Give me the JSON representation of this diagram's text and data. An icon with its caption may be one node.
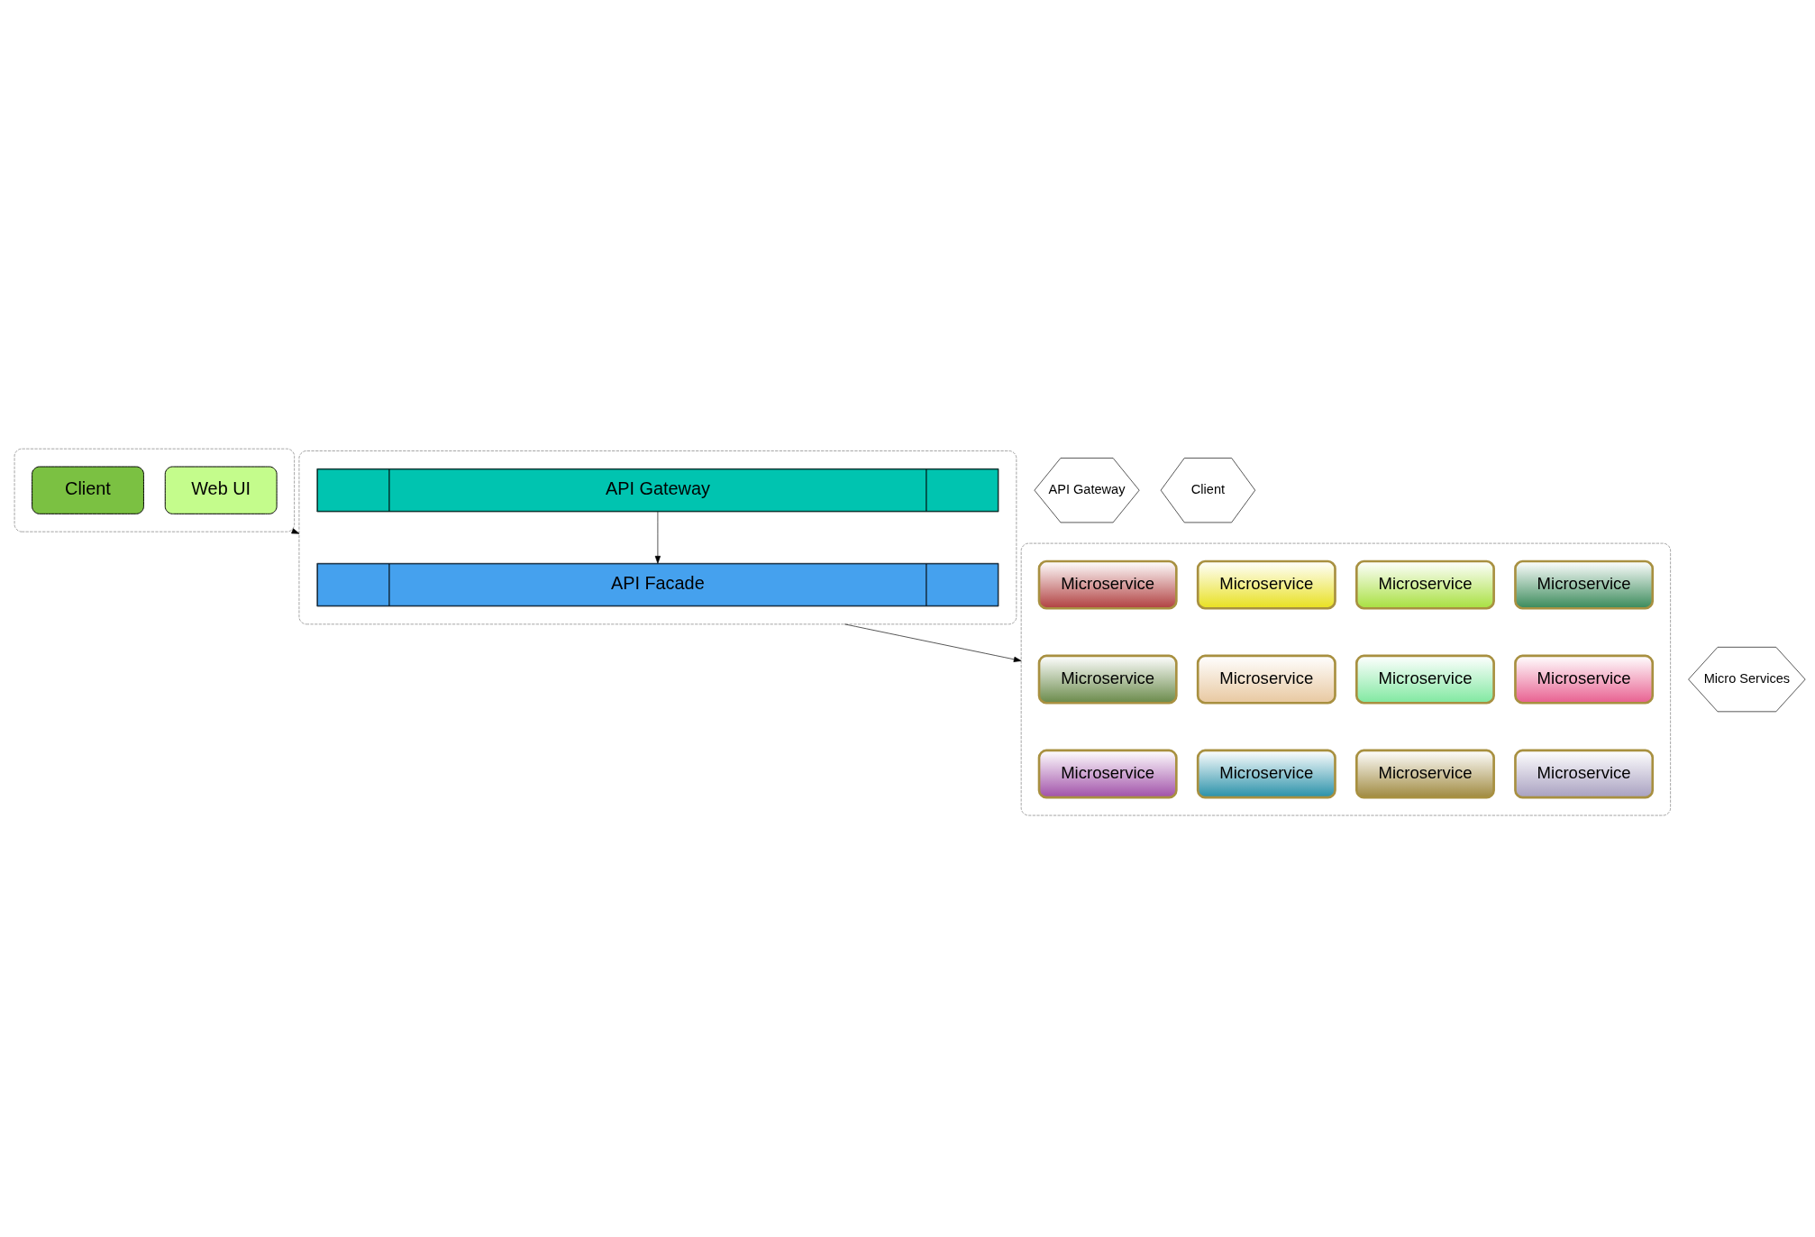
{
  "diagram": {
    "nodes": [
      {
        "text": [],
        "shape": "box"
      },
      {
        "text": [
          "Client"
        ],
        "in": 0
      },
      {
        "text": [
          "Web UI"
        ],
        "in": 0
      },
      {
        "text": [],
        "shape": "box"
      },
      {
        "text": [
          "API Gateway"
        ],
        "in": 3
      },
      {
        "text": [
          "API Facade"
        ],
        "in": 3
      },
      {
        "text": [],
        "shape": "box"
      },
      {
        "text": [
          "Microservice"
        ],
        "in": 6
      },
      {
        "text": [
          "Microservice"
        ],
        "in": 6
      },
      {
        "text": [
          "Microservice"
        ],
        "in": 6
      },
      {
        "text": [
          "Microservice"
        ],
        "in": 6
      },
      {
        "text": [
          "Microservice"
        ],
        "in": 6
      },
      {
        "text": [
          "Microservice"
        ],
        "in": 6
      },
      {
        "text": [
          "Microservice"
        ],
        "in": 6
      },
      {
        "text": [
          "Microservice"
        ],
        "in": 6
      },
      {
        "text": [
          "Microservice"
        ],
        "in": 6
      },
      {
        "text": [
          "Microservice"
        ],
        "in": 6
      },
      {
        "text": [
          "Microservice"
        ],
        "in": 6
      },
      {
        "text": [
          "Microservice"
        ],
        "in": 6
      },
      {
        "text": [
          "Client"
        ]
      },
      {
        "text": [
          "API Gateway"
        ]
      },
      {
        "text": [
          "Micro Services"
        ]
      }
    ],
    "edges": [
      {
        "from": 0,
        "to": 3,
        "arrow": "to"
      },
      {
        "from": 4,
        "to": 5,
        "arrow": "to"
      },
      {
        "from": 3,
        "to": 6,
        "arrow": "to"
      }
    ]
  }
}
